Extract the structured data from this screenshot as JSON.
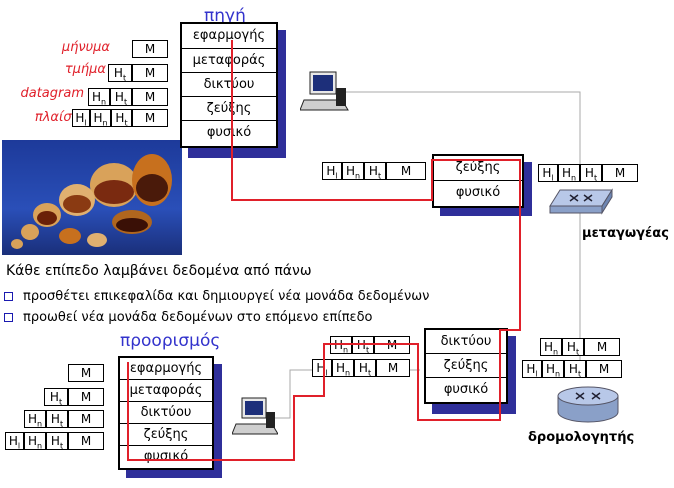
{
  "titles": {
    "source": "πηγή",
    "destination": "προορισμός"
  },
  "pdu_labels": {
    "message": "μήνυμα",
    "segment": "τμήμα",
    "datagram": "datagram",
    "frame": "πλαίσιο"
  },
  "headers": {
    "M": "M",
    "Ht": "H",
    "Hn": "H",
    "Hl": "H",
    "t": "t",
    "n": "n",
    "l": "l"
  },
  "layers": {
    "application": "εφαρμογής",
    "transport": "μεταφοράς",
    "network": "δικτύου",
    "link": "ζεύξης",
    "physical": "φυσικό"
  },
  "devices": {
    "switch": "μεταγωγέας",
    "router": "δρομολογητής"
  },
  "caption": {
    "heading": "Κάθε επίπεδο λαμβάνει δεδομένα από πάνω",
    "bullets": [
      "προσθέτει επικεφαλίδα και δημιουργεί νέα μονάδα δεδομένων",
      "προωθεί νέα μονάδα δεδομένων στο επόμενο επίπεδο"
    ]
  },
  "icons": {
    "computer": "computer-icon",
    "switch": "switch-icon",
    "router": "router-icon",
    "dolls": "nesting-dolls-photo"
  },
  "colors": {
    "path": "#e0202a",
    "stack_shadow": "#2f2f9a",
    "title": "#3333cc"
  }
}
